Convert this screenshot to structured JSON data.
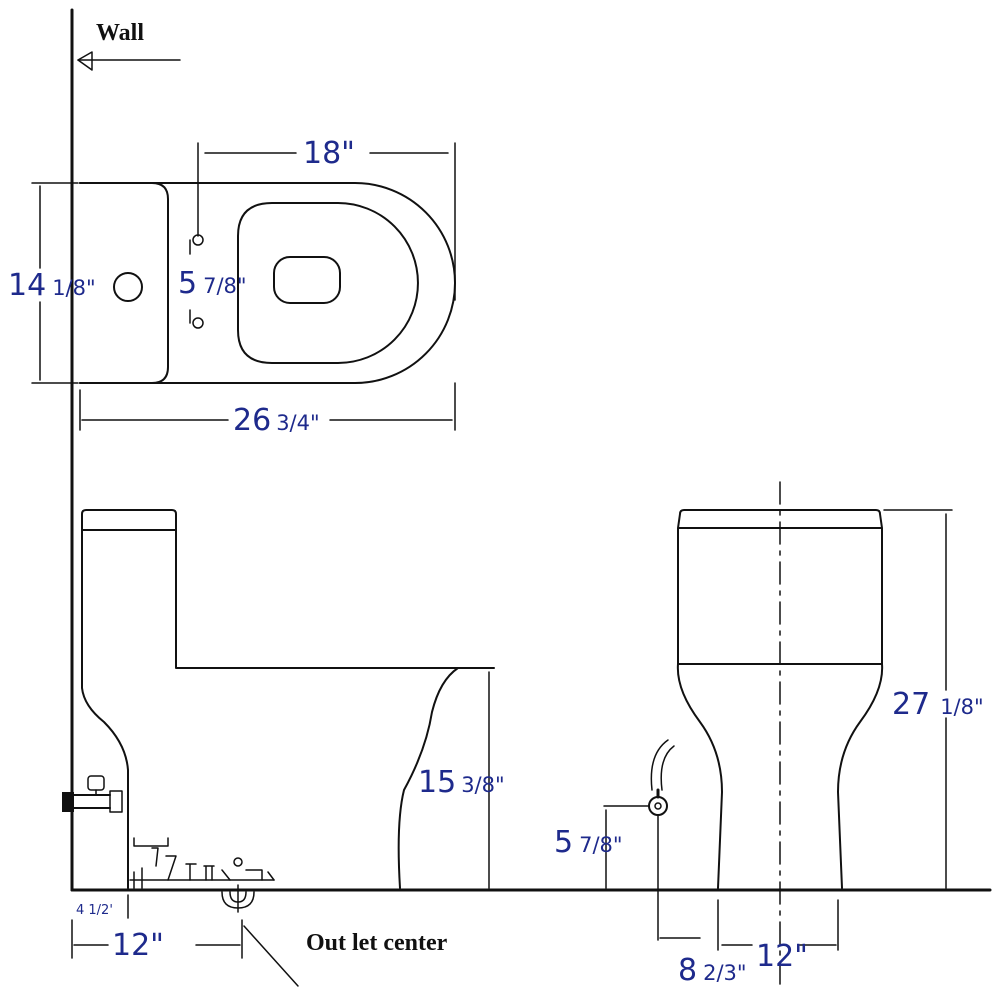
{
  "labels": {
    "wall": "Wall",
    "outlet_center": "Out let center"
  },
  "dimensions": {
    "bowl_length": {
      "whole": "18\"",
      "fraction": ""
    },
    "total_length": {
      "whole": "26",
      "fraction": "3/4\""
    },
    "width": {
      "whole": "14",
      "fraction": "1/8\""
    },
    "bolt_spacing": {
      "whole": "5",
      "fraction": "7/8\""
    },
    "seat_height": {
      "whole": "15",
      "fraction": "3/8\""
    },
    "total_height": {
      "whole": "27",
      "fraction": "1/8\""
    },
    "supply_height": {
      "whole": "5",
      "fraction": "7/8\""
    },
    "supply_offset_wall": "4 1/2'",
    "rough_in": "12\"",
    "supply_offset_center": {
      "whole": "8",
      "fraction": "2/3\""
    },
    "base_width": "12\""
  },
  "colors": {
    "dimension_text": "#1e2a8c",
    "line": "#111111"
  }
}
